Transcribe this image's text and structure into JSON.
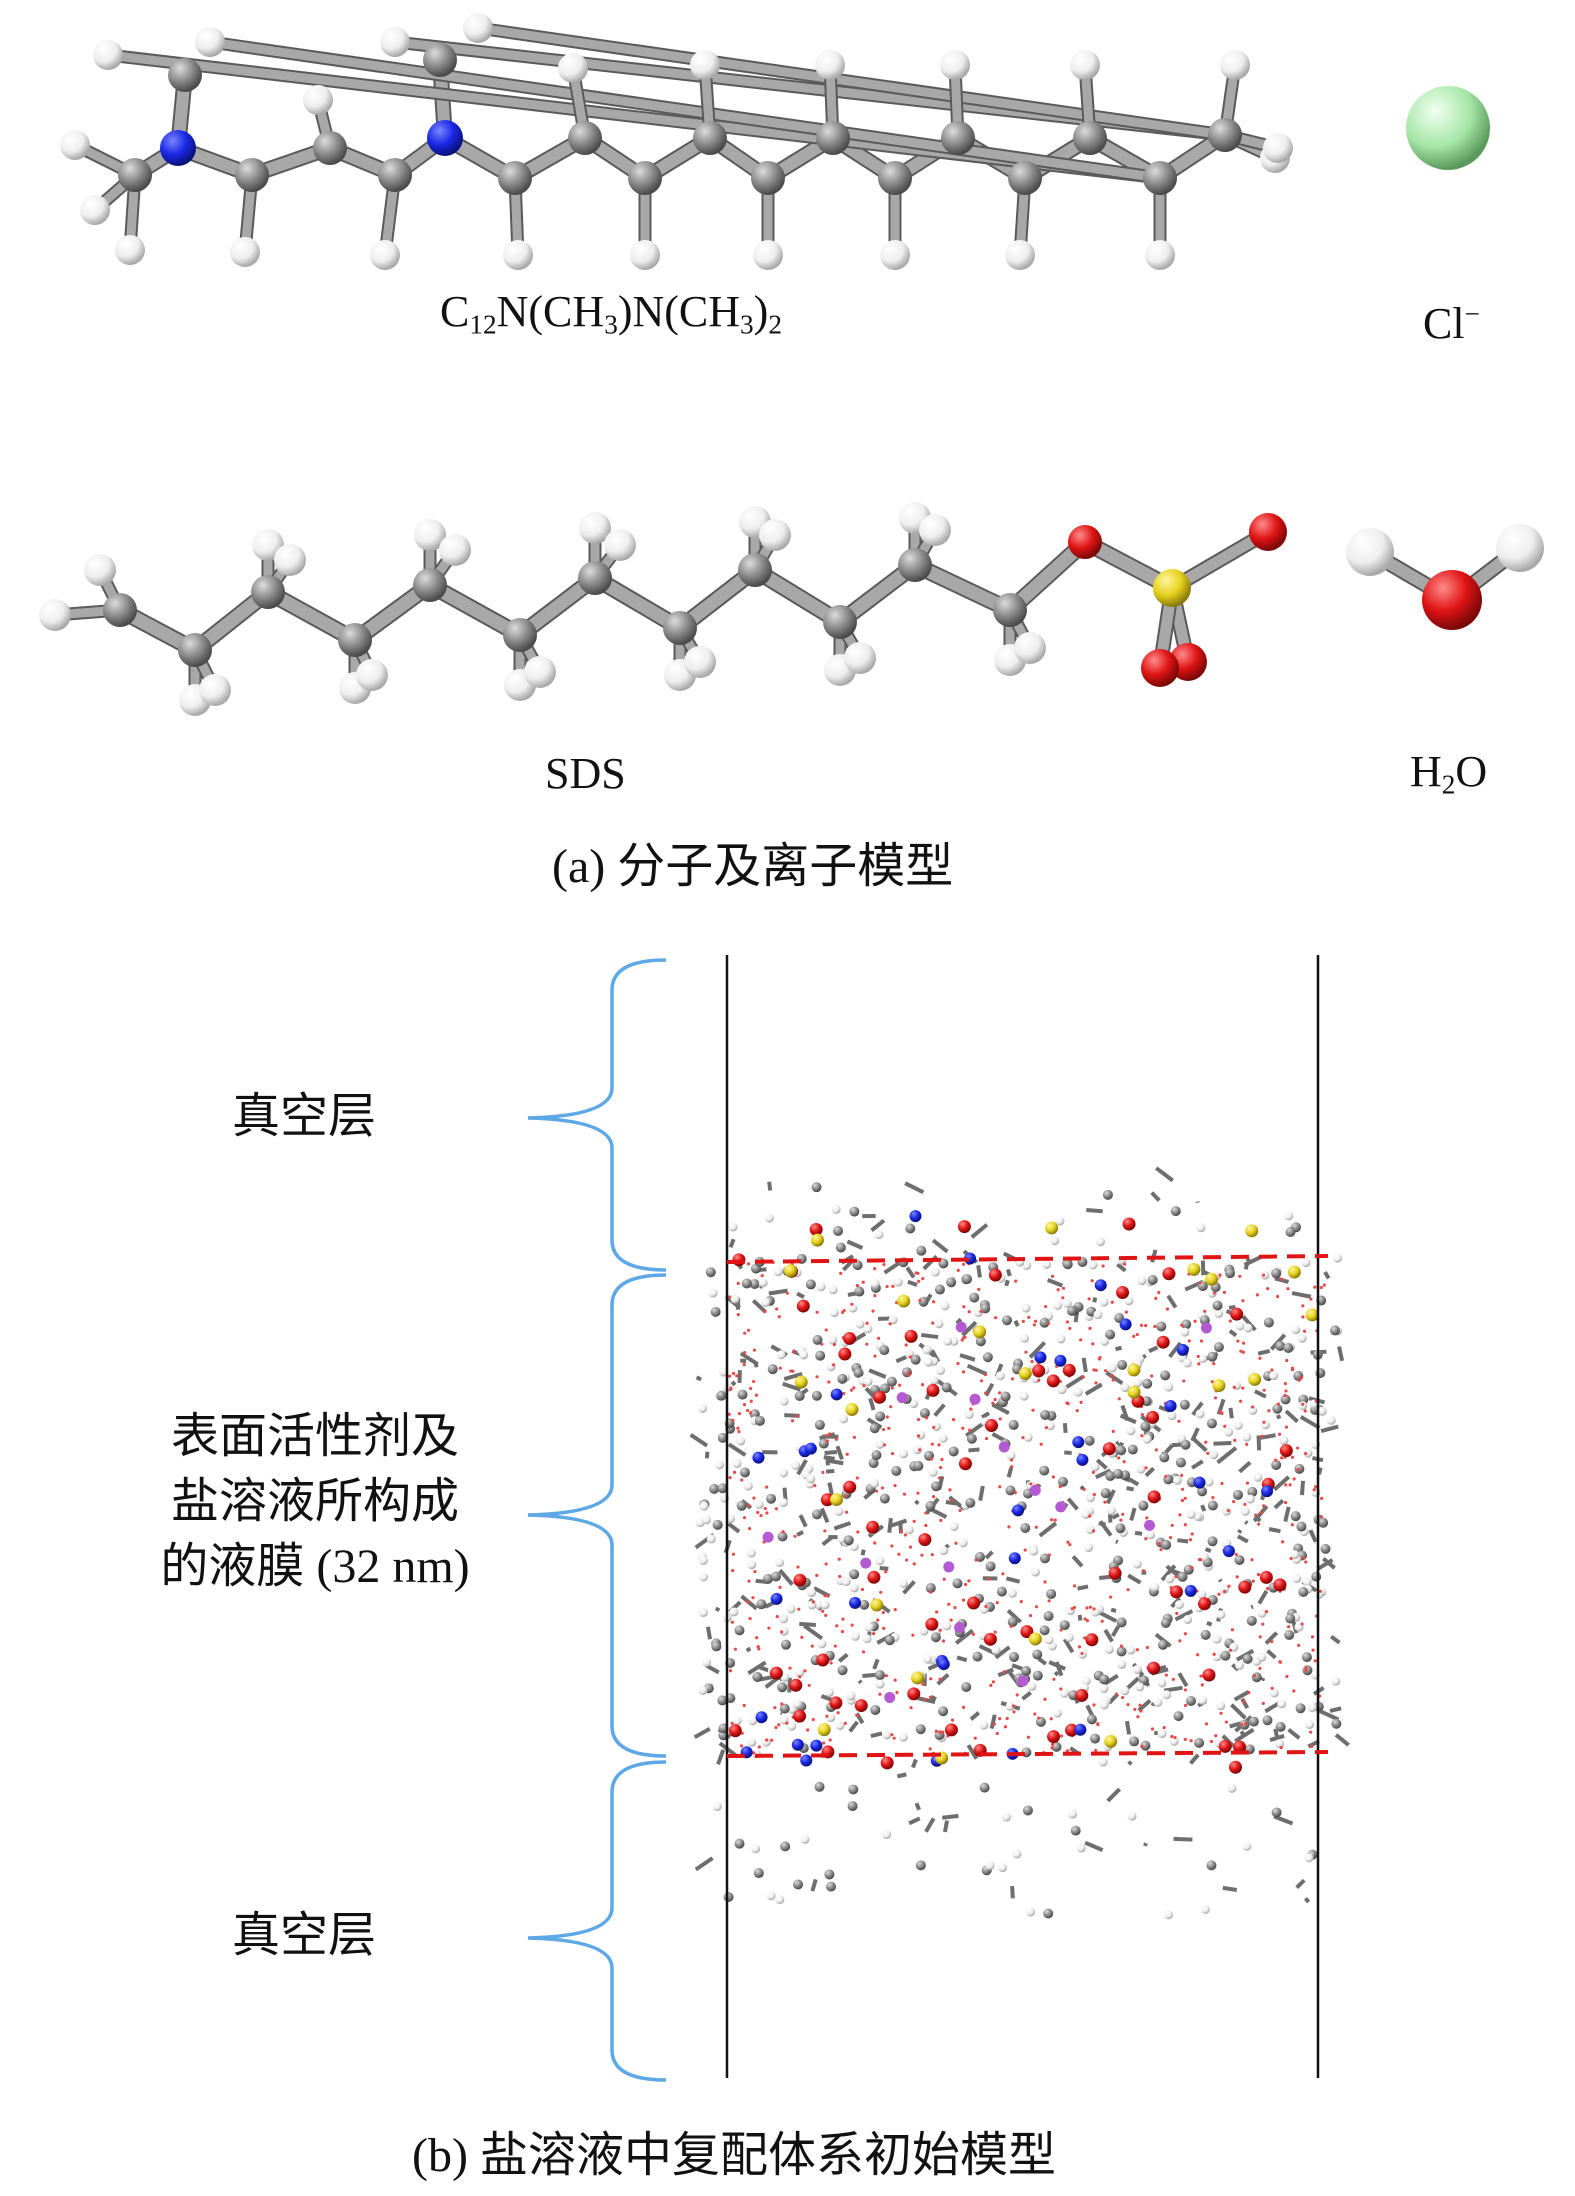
{
  "panel_a": {
    "molecule_1": {
      "base": "C",
      "sub1": "12",
      "mid1": "N(CH",
      "sub2": "3",
      "mid2": ")N(CH",
      "sub3": "3",
      "mid3": ")",
      "sub4": "2"
    },
    "ion": {
      "base": "Cl",
      "sup": "−"
    },
    "molecule_2": "SDS",
    "water": {
      "base": "H",
      "sub": "2",
      "tail": "O"
    },
    "caption": "(a) 分子及离子模型"
  },
  "panel_b": {
    "vacuum_top": "真空层",
    "film_line1": "表面活性剂及",
    "film_line2": "盐溶液所构成",
    "film_line3": "的液膜 (32 nm)",
    "vacuum_bottom": "真空层",
    "caption": "(b) 盐溶液中复配体系初始模型"
  },
  "colors": {
    "carbon": "#808080",
    "hydrogen": "#f2f2f2",
    "nitrogen": "#1a28e6",
    "oxygen": "#e01414",
    "sulfur": "#e6d21e",
    "chloride": "#a6e6a6",
    "sodium": "#b45ad2",
    "bracket": "#5ea8e6",
    "boundary": "#e01414",
    "frame": "#111111"
  }
}
